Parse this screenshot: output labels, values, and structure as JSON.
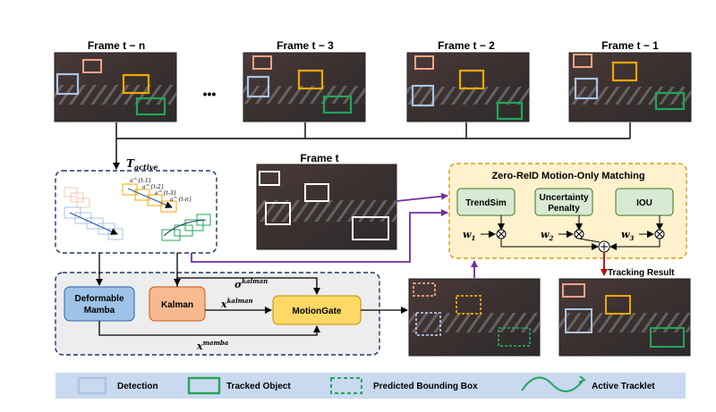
{
  "frames_top": [
    {
      "label": "Frame t − n"
    },
    {
      "label": "Frame t − 3"
    },
    {
      "label": "Frame t − 2"
    },
    {
      "label": "Frame t − 1"
    }
  ],
  "ellipsis": "•••",
  "frame_current": {
    "label": "Frame t"
  },
  "t_active": {
    "main": "T",
    "sub": "active"
  },
  "tracklet_labels": [
    "a^{t-1}",
    "a^{t-2}",
    "a^{t-3}",
    "a^{t-n}"
  ],
  "modules": {
    "deformable_mamba": [
      "Deformable",
      "Mamba"
    ],
    "kalman": "Kalman",
    "motion_gate": "MotionGate"
  },
  "signals": {
    "sigma_kalman": {
      "main": "σ",
      "sup": "kalman"
    },
    "x_kalman": {
      "main": "x",
      "sup": "kalman"
    },
    "x_mamba": {
      "main": "x",
      "sup": "mamba"
    }
  },
  "matching": {
    "title": "Zero-ReID Motion-Only Matching",
    "boxes": [
      {
        "lines": [
          "TrendSim"
        ]
      },
      {
        "lines": [
          "Uncertainty",
          "Penalty"
        ]
      },
      {
        "lines": [
          "IOU"
        ]
      }
    ],
    "weights": [
      {
        "main": "w",
        "sub": "1"
      },
      {
        "main": "w",
        "sub": "2"
      },
      {
        "main": "w",
        "sub": "3"
      }
    ]
  },
  "tracking_result": "Tracking Result",
  "legend": [
    {
      "label": "Detection",
      "icon": "detection-box-icon"
    },
    {
      "label": "Tracked Object",
      "icon": "tracked-box-icon"
    },
    {
      "label": "Predicted  Bounding Box",
      "icon": "predicted-box-icon"
    },
    {
      "label": "Active Tracklet",
      "icon": "tracklet-curve-icon"
    }
  ],
  "colors": {
    "detection": "#aac4e6",
    "tracked": "#22a65a",
    "predicted": "#22a65a",
    "orange": "#f2a800",
    "salmon": "#f4a384",
    "purple": "#7030a0",
    "red_arrow": "#c00000",
    "kalman_fill": "#f8b98f",
    "mamba_fill": "#9dc3e6",
    "gate_fill": "#ffd966",
    "match_fill": "#fff2cc",
    "legend_fill": "#c9d9ef"
  }
}
